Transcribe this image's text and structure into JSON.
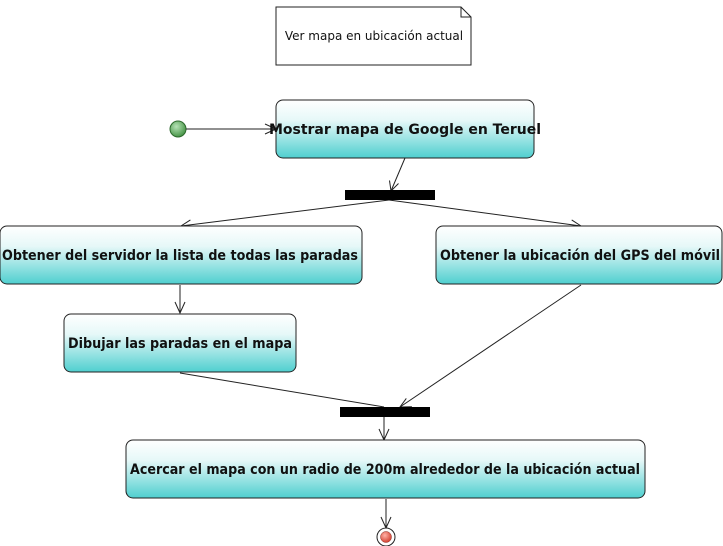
{
  "note": {
    "text": "Ver mapa en ubicación actual"
  },
  "activities": {
    "show_map": "Mostrar mapa de Google en Teruel",
    "get_stops": "Obtener del servidor la lista de todas las paradas",
    "get_gps": "Obtener la ubicación del GPS del móvil",
    "draw_stops": "Dibujar las paradas en el mapa",
    "zoom_map": "Acercar el mapa con un radio de 200m alrededor de la ubicación actual"
  },
  "colors": {
    "activity_top": "#ffffff",
    "activity_bottom": "#4fcfcf",
    "initial_node": "#5aa45a",
    "final_node": "#e04a3a",
    "bar": "#000000"
  }
}
